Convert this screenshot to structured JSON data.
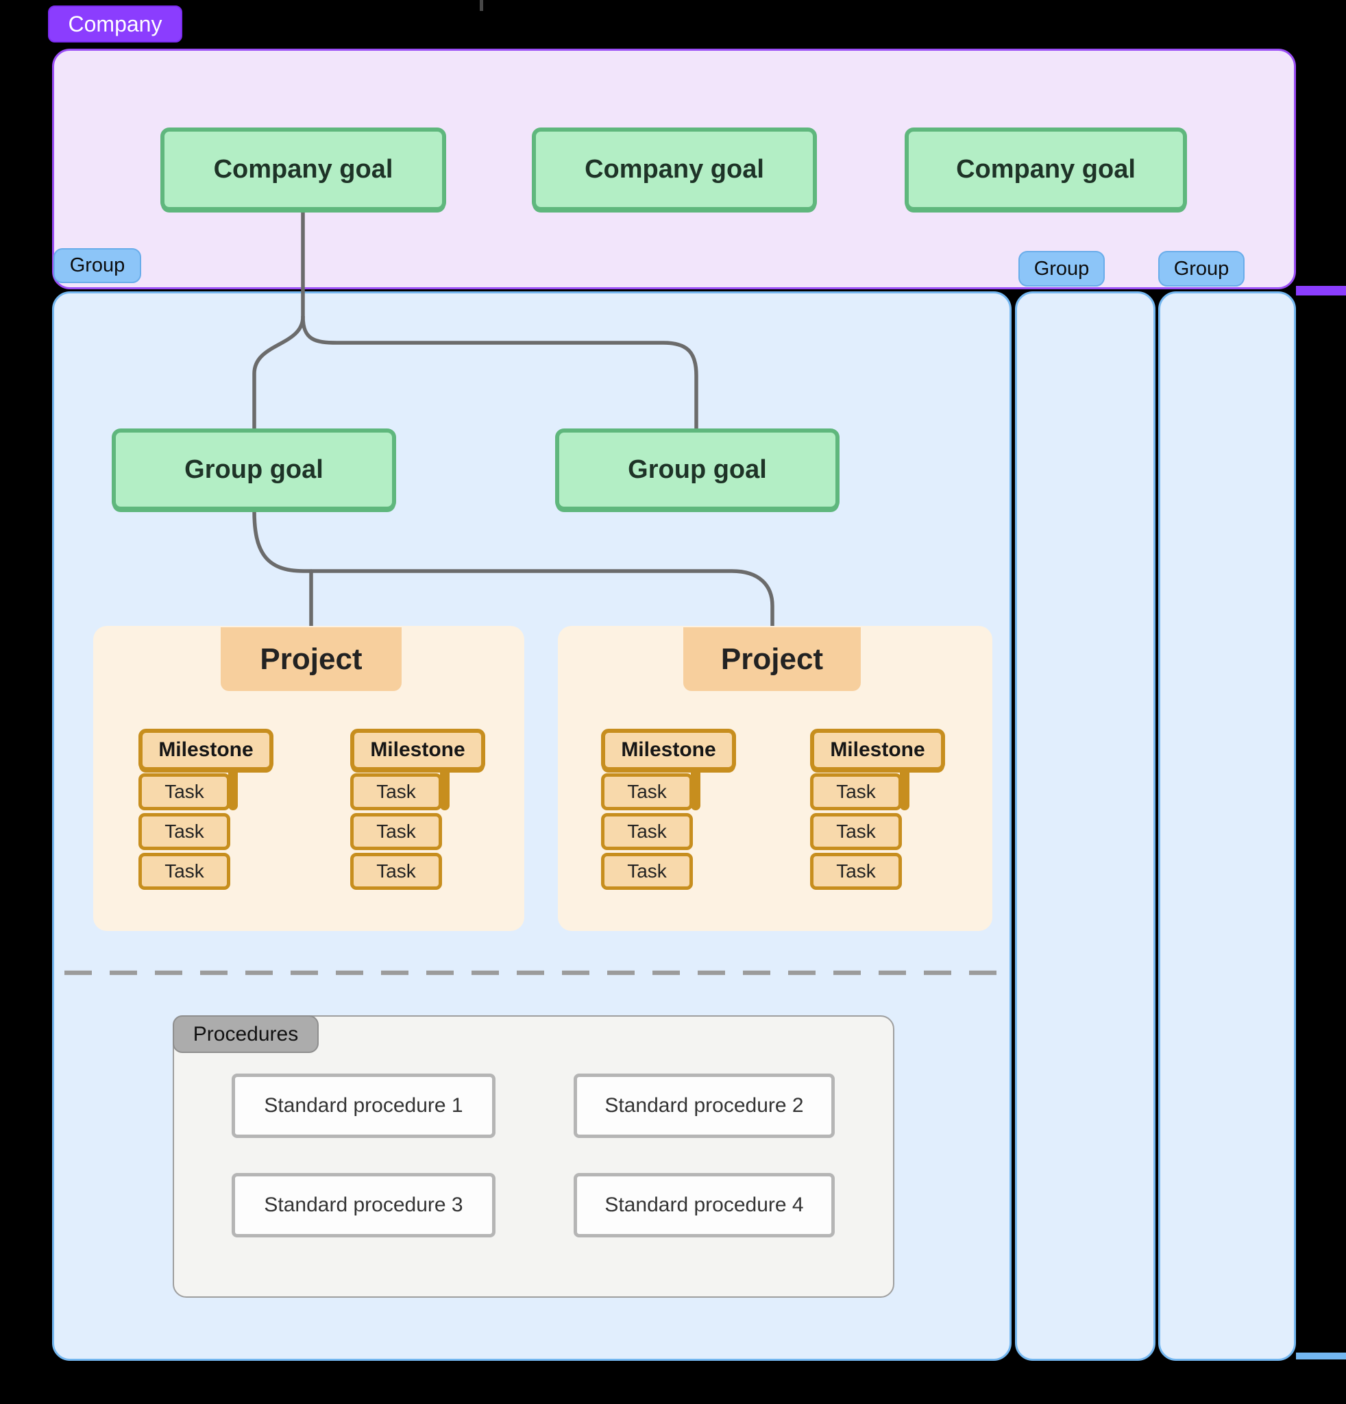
{
  "company": {
    "badge": "Company",
    "goals": [
      "Company goal",
      "Company goal",
      "Company goal"
    ]
  },
  "group_main": {
    "badge": "Group",
    "goals": [
      "Group goal",
      "Group goal"
    ],
    "projects": [
      {
        "title": "Project",
        "milestones": [
          {
            "title": "Milestone",
            "tasks": [
              "Task",
              "Task",
              "Task"
            ]
          },
          {
            "title": "Milestone",
            "tasks": [
              "Task",
              "Task",
              "Task"
            ]
          }
        ]
      },
      {
        "title": "Project",
        "milestones": [
          {
            "title": "Milestone",
            "tasks": [
              "Task",
              "Task",
              "Task"
            ]
          },
          {
            "title": "Milestone",
            "tasks": [
              "Task",
              "Task",
              "Task"
            ]
          }
        ]
      }
    ],
    "procedures": {
      "badge": "Procedures",
      "items": [
        "Standard procedure 1",
        "Standard procedure 2",
        "Standard procedure 3",
        "Standard procedure 4"
      ]
    }
  },
  "group_columns": [
    {
      "badge": "Group"
    },
    {
      "badge": "Group"
    }
  ],
  "colors": {
    "background": "#000000",
    "company_accent": "#8b3dfe",
    "company_area_fill": "#f2e5fb",
    "company_area_border": "#9a4df5",
    "group_area_fill": "#e1eefd",
    "group_area_border": "#74b7f0",
    "group_badge_fill": "#8cc5f8",
    "goal_fill": "#b3eec5",
    "goal_border": "#5fb77d",
    "project_area_fill": "#fdf2e2",
    "project_badge_fill": "#f7cf9d",
    "milestone_fill": "#f8d9ab",
    "milestone_border": "#c78e1e",
    "connector_gray": "#6b6b6b",
    "procedures_fill": "#f4f4f2",
    "procedures_badge_fill": "#acacac"
  }
}
